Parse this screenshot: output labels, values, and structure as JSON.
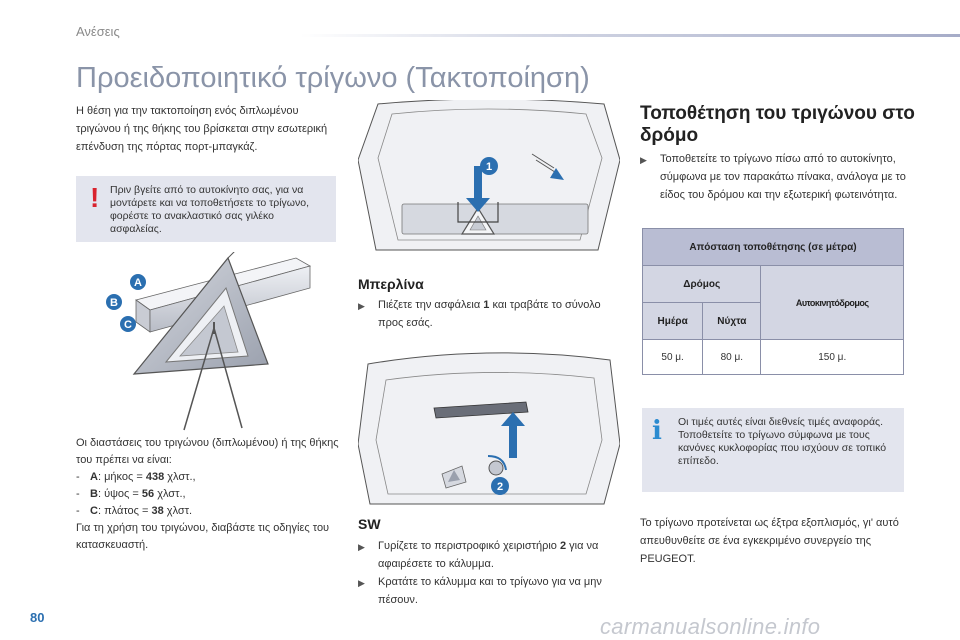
{
  "header": {
    "section": "Ανέσεις",
    "title": "Προειδοποιητικό τρίγωνο (Τακτοποίηση)"
  },
  "intro": "Η θέση για την τακτοποίηση ενός διπλωμένου τριγώνου ή της θήκης του βρίσκεται στην εσωτερική επένδυση της πόρτας πορτ-μπαγκάζ.",
  "warning": "Πριν βγείτε από το αυτοκίνητο σας, για να μοντάρετε και να τοποθετήσετε το τρίγωνο, φορέστε το ανακλαστικό σας γιλέκο ασφαλείας.",
  "triangle_labels": [
    "A",
    "B",
    "C"
  ],
  "dimensions": {
    "intro": "Οι διαστάσεις του τριγώνου (διπλωμένου) ή της θήκης του πρέπει να είναι:",
    "items": [
      {
        "key": "A",
        "text": ": μήκος = ",
        "value": "438",
        "unit": " χλστ.,"
      },
      {
        "key": "B",
        "text": ": ύψος = ",
        "value": "56",
        "unit": " χλστ.,"
      },
      {
        "key": "C",
        "text": ": πλάτος = ",
        "value": "38",
        "unit": " χλστ."
      }
    ],
    "outro": "Για τη χρήση του τριγώνου, διαβάστε τις οδηγίες του κατασκευαστή."
  },
  "berlina": {
    "heading": "Μπερλίνα",
    "step_before": "Πιέζετε την ασφάλεια ",
    "step_num": "1",
    "step_after": " και τραβάτε το σύνολο προς εσάς."
  },
  "sw": {
    "heading": "SW",
    "step1_before": "Γυρίζετε το περιστροφικό χειριστήριο ",
    "step1_num": "2",
    "step1_after": " για να αφαιρέσετε το κάλυμμα.",
    "step2": "Κρατάτε το κάλυμμα και το τρίγωνο για να μην πέσουν."
  },
  "placement": {
    "heading": "Τοποθέτηση του τριγώνου στο δρόμο",
    "step": "Τοποθετείτε το τρίγωνο πίσω από το αυτοκίνητο, σύμφωνα με τον παρακάτω πίνακα, ανάλογα με το είδος του δρόμου και την εξωτερική φωτεινότητα.",
    "table": {
      "title": "Απόσταση τοποθέτησης (σε μέτρα)",
      "road": "Δρόμος",
      "motorway": "Αυτοκινητόδρομος",
      "day": "Ημέρα",
      "night": "Νύχτα",
      "day_value": "50 μ.",
      "night_value": "80 μ.",
      "motorway_value": "150 μ."
    },
    "info": "Οι τιμές αυτές είναι διεθνείς τιμές αναφοράς. Τοποθετείτε το τρίγωνο σύμφωνα με τους κανόνες κυκλοφορίας που ισχύουν σε τοπικό επίπεδο.",
    "accessory_note": "Το τρίγωνο προτείνεται ως έξτρα εξοπλισμός, γι' αυτό απευθυνθείτε σε ένα εγκεκριμένο συνεργείο της PEUGEOT."
  },
  "figure_callouts": {
    "sedan": "1",
    "sw": "2"
  },
  "icons": {
    "bullet": "triangle-right-icon",
    "warning": "exclamation-icon",
    "info": "info-icon"
  },
  "colors": {
    "title": "#8a94a8",
    "box_bg": "#e3e5ee",
    "table_header": "#b9bdd3",
    "callout_blue": "#2b6fb0",
    "warning_red": "#d9232e"
  },
  "page_number": "80",
  "watermark": "carmanualsonline.info"
}
